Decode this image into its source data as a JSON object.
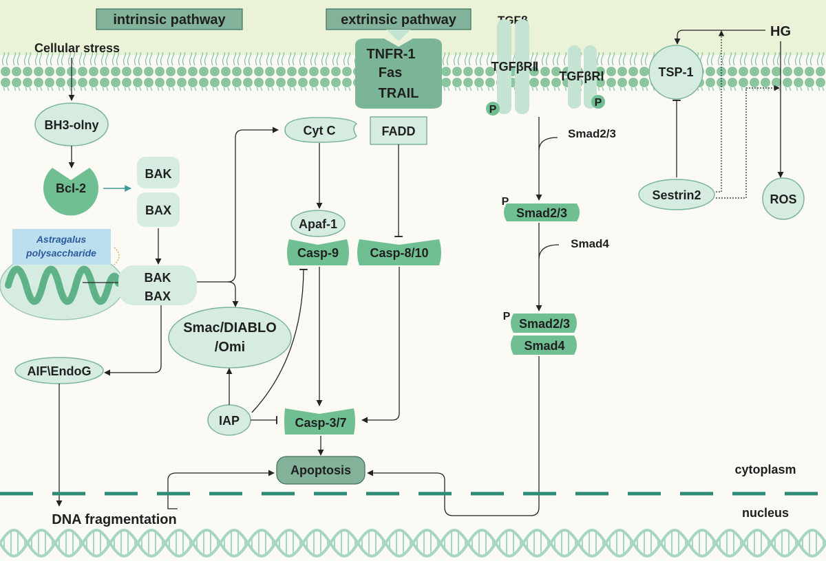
{
  "headers": {
    "intrinsic": "intrinsic pathway",
    "extrinsic": "extrinsic pathway"
  },
  "intrinsic": {
    "cellular_stress": "Cellular stress",
    "bh3": "BH3-olny",
    "bcl2": "Bcl-2",
    "bak": "BAK",
    "bax": "BAX",
    "astragalus_line1": "Astragalus",
    "astragalus_line2": "polysaccharide",
    "bak_mito": "BAK",
    "bax_mito": "BAX",
    "aif": "AIF\\EndoG",
    "dna": "DNA fragmentation",
    "smac_line1": "Smac/DIABLO",
    "smac_line2": "/Omi",
    "iap": "IAP",
    "cytc": "Cyt C",
    "apaf": "Apaf-1",
    "casp9": "Casp-9"
  },
  "extrinsic": {
    "receptor_line1": "TNFR-1",
    "receptor_line2": "Fas",
    "receptor_line3": "TRAIL",
    "fadd": "FADD",
    "casp810": "Casp-8/10",
    "casp37": "Casp-3/7",
    "apoptosis": "Apoptosis"
  },
  "tgf": {
    "tgfb": "TGFβ",
    "r2": "TGFβRⅡ",
    "r1": "TGFβRⅠ",
    "p": "P",
    "smad23": "Smad2/3",
    "smad4": "Smad4"
  },
  "hg_branch": {
    "hg": "HG",
    "tsp1": "TSP-1",
    "sestrin2": "Sestrin2",
    "ros": "ROS"
  },
  "compartments": {
    "cytoplasm": "cytoplasm",
    "nucleus": "nucleus"
  },
  "colors": {
    "background": "#fbfaf5",
    "extracellular": "#eaf3d8",
    "membrane": "#8bc6a0",
    "node_light": "#d6ece0",
    "node_mid": "#6fbf93",
    "node_dark": "#7ab598",
    "header_box": "#82b39a",
    "dna_strand": "#a5d6bf"
  }
}
